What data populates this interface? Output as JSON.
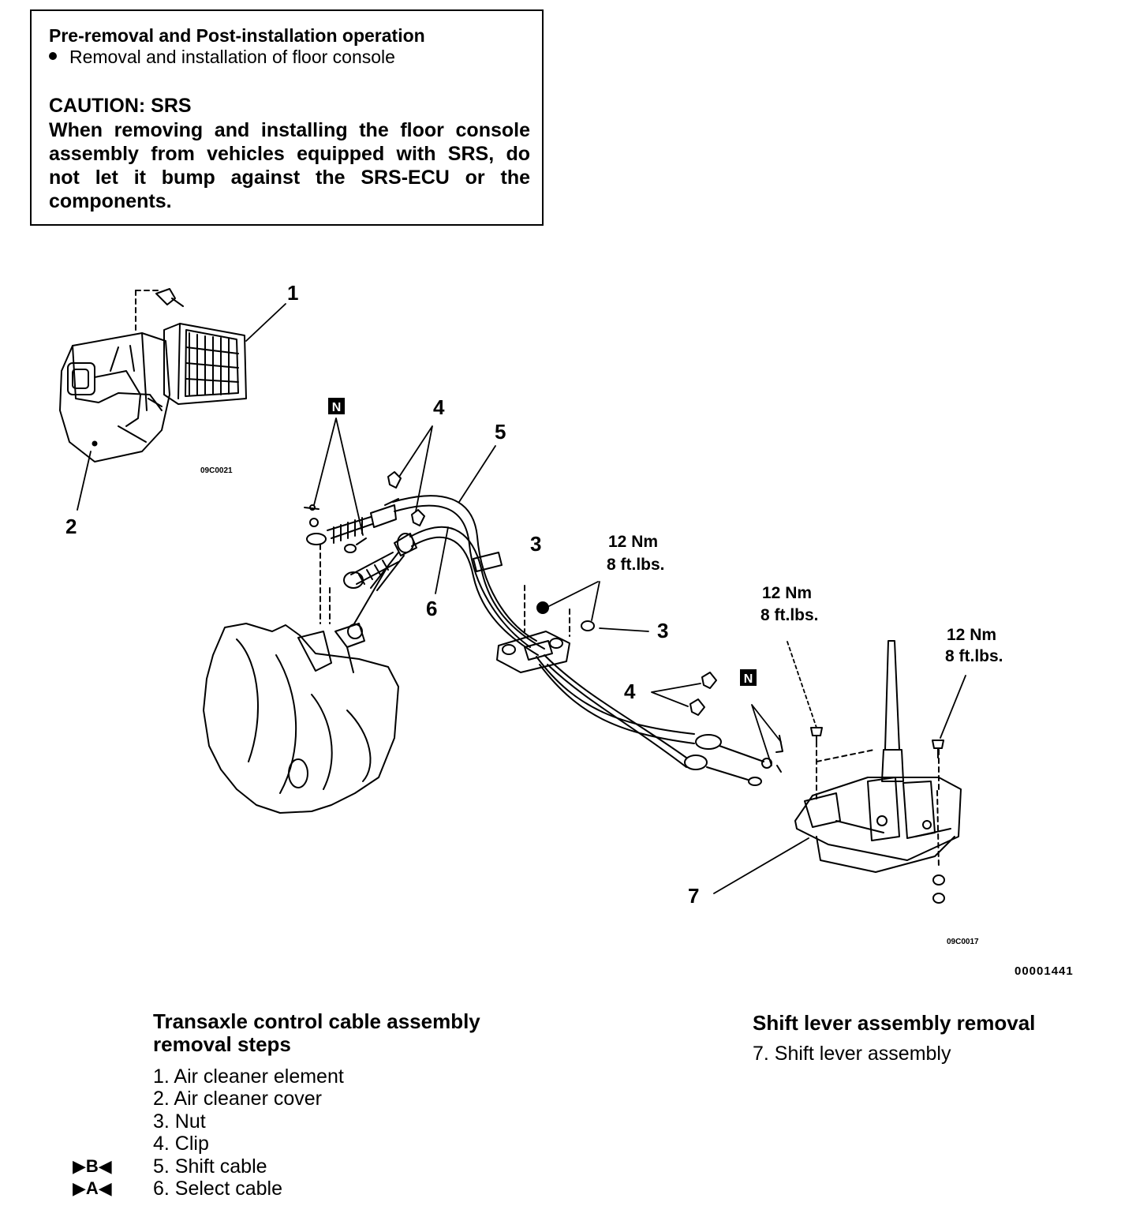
{
  "notice": {
    "heading": "Pre-removal and Post-installation operation",
    "bullet": "Removal and installation of floor console",
    "caution_title": "CAUTION: SRS",
    "caution_body": "When removing and installing the floor console assembly from vehicles equipped with SRS, do not let it bump against the SRS-ECU or the components."
  },
  "diagram": {
    "callouts": {
      "c1": "1",
      "c2": "2",
      "c3a": "3",
      "c3b": "3",
      "c4a": "4",
      "c4b": "4",
      "c5": "5",
      "c6": "6",
      "c7": "7",
      "n1": "N",
      "n2": "N"
    },
    "torque_a": {
      "nm": "12 Nm",
      "ft": "8 ft.lbs."
    },
    "torque_b": {
      "nm": "12 Nm",
      "ft": "8 ft.lbs."
    },
    "torque_c": {
      "nm": "12 Nm",
      "ft": "8 ft.lbs."
    },
    "code_a": "09C0021",
    "code_b": "09C0017"
  },
  "ref_number": "00001441",
  "transaxle_steps": {
    "title": "Transaxle control cable assembly removal steps",
    "items": [
      {
        "marker": "",
        "text": "1. Air cleaner element"
      },
      {
        "marker": "",
        "text": "2. Air cleaner cover"
      },
      {
        "marker": "",
        "text": "3. Nut"
      },
      {
        "marker": "",
        "text": "4. Clip"
      },
      {
        "marker": "▶B◀",
        "text": "5. Shift cable"
      },
      {
        "marker": "▶A◀",
        "text": "6. Select cable"
      }
    ]
  },
  "shift_lever_steps": {
    "title": "Shift lever assembly removal",
    "items": [
      {
        "text": "7. Shift lever assembly"
      }
    ]
  }
}
